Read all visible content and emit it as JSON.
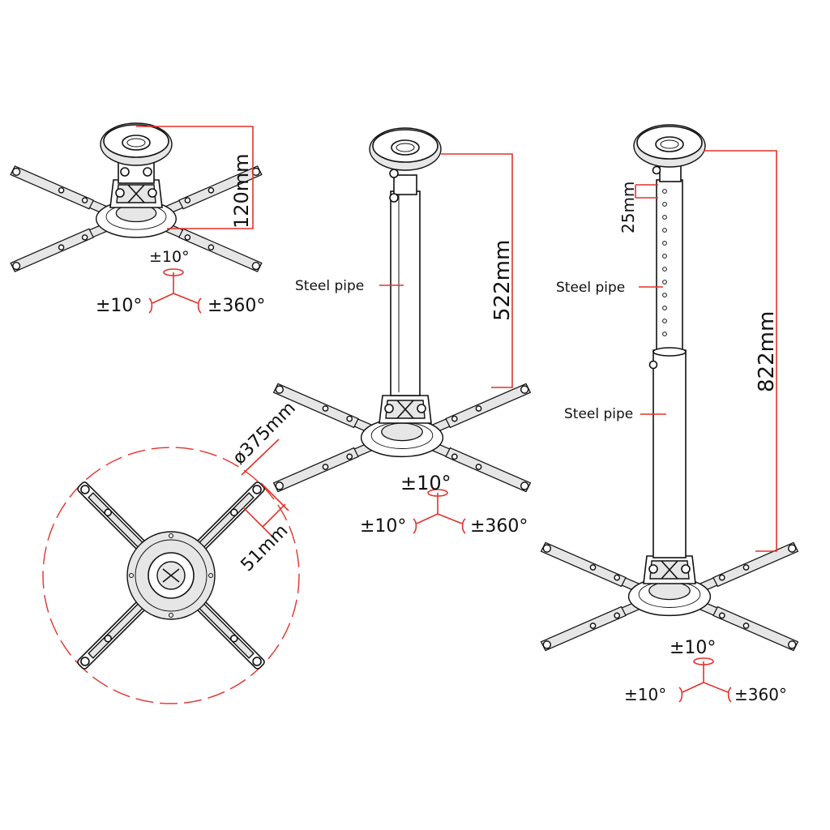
{
  "diagram": {
    "dimensions": {
      "short_mount_height": "120mm",
      "medium_pole_length": "522mm",
      "long_pole_length": "822mm",
      "hole_spacing": "25mm",
      "arm_span_diameter": "ø375mm",
      "arm_width": "51mm"
    },
    "labels": {
      "steel_pipe": "Steel pipe"
    },
    "rotation": {
      "tilt": "±10°",
      "swivel": "±10°",
      "rotate": "±360°"
    },
    "colors": {
      "line": "#111111",
      "dimension": "#e3322b",
      "fill": "#e6e6e6"
    }
  }
}
